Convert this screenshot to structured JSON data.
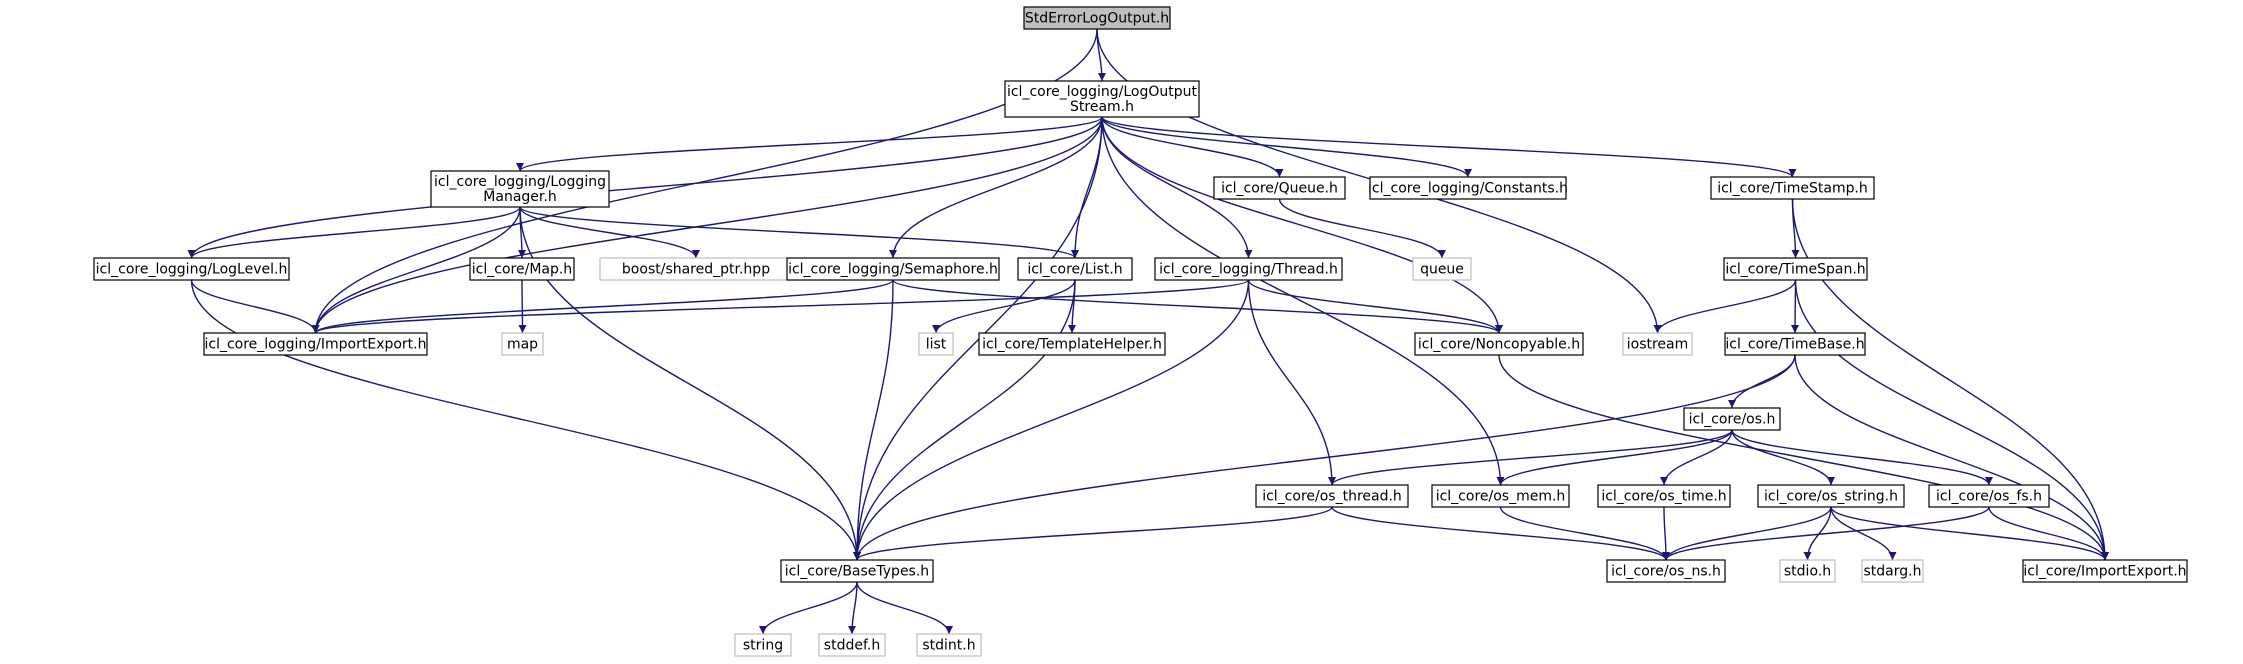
{
  "diagram": {
    "nodes": [
      {
        "id": "std",
        "lines": [
          "StdErrorLogOutput.h"
        ],
        "kind": "root"
      },
      {
        "id": "los",
        "lines": [
          "icl_core_logging/LogOutput",
          "Stream.h"
        ],
        "kind": "header"
      },
      {
        "id": "lm",
        "lines": [
          "icl_core_logging/Logging",
          "Manager.h"
        ],
        "kind": "header"
      },
      {
        "id": "queue_h",
        "lines": [
          "icl_core/Queue.h"
        ],
        "kind": "header"
      },
      {
        "id": "const",
        "lines": [
          "icl_core_logging/Constants.h"
        ],
        "kind": "header"
      },
      {
        "id": "ts",
        "lines": [
          "icl_core/TimeStamp.h"
        ],
        "kind": "header"
      },
      {
        "id": "ll",
        "lines": [
          "icl_core_logging/LogLevel.h"
        ],
        "kind": "header"
      },
      {
        "id": "map_h",
        "lines": [
          "icl_core/Map.h"
        ],
        "kind": "header"
      },
      {
        "id": "boost",
        "lines": [
          "boost/shared_ptr.hpp"
        ],
        "kind": "external"
      },
      {
        "id": "sem",
        "lines": [
          "icl_core_logging/Semaphore.h"
        ],
        "kind": "header"
      },
      {
        "id": "list_h",
        "lines": [
          "icl_core/List.h"
        ],
        "kind": "header"
      },
      {
        "id": "thread",
        "lines": [
          "icl_core_logging/Thread.h"
        ],
        "kind": "header"
      },
      {
        "id": "queue",
        "lines": [
          "queue"
        ],
        "kind": "external"
      },
      {
        "id": "tspan",
        "lines": [
          "icl_core/TimeSpan.h"
        ],
        "kind": "header"
      },
      {
        "id": "ie_log",
        "lines": [
          "icl_core_logging/ImportExport.h"
        ],
        "kind": "header"
      },
      {
        "id": "map",
        "lines": [
          "map"
        ],
        "kind": "external"
      },
      {
        "id": "list",
        "lines": [
          "list"
        ],
        "kind": "external"
      },
      {
        "id": "tmpl",
        "lines": [
          "icl_core/TemplateHelper.h"
        ],
        "kind": "header"
      },
      {
        "id": "noncp",
        "lines": [
          "icl_core/Noncopyable.h"
        ],
        "kind": "header"
      },
      {
        "id": "iostream",
        "lines": [
          "iostream"
        ],
        "kind": "external"
      },
      {
        "id": "tbase",
        "lines": [
          "icl_core/TimeBase.h"
        ],
        "kind": "header"
      },
      {
        "id": "os",
        "lines": [
          "icl_core/os.h"
        ],
        "kind": "header"
      },
      {
        "id": "osthread",
        "lines": [
          "icl_core/os_thread.h"
        ],
        "kind": "header"
      },
      {
        "id": "osmem",
        "lines": [
          "icl_core/os_mem.h"
        ],
        "kind": "header"
      },
      {
        "id": "ostime",
        "lines": [
          "icl_core/os_time.h"
        ],
        "kind": "header"
      },
      {
        "id": "osstring",
        "lines": [
          "icl_core/os_string.h"
        ],
        "kind": "header"
      },
      {
        "id": "osfs",
        "lines": [
          "icl_core/os_fs.h"
        ],
        "kind": "header"
      },
      {
        "id": "basetypes",
        "lines": [
          "icl_core/BaseTypes.h"
        ],
        "kind": "header"
      },
      {
        "id": "osns",
        "lines": [
          "icl_core/os_ns.h"
        ],
        "kind": "header"
      },
      {
        "id": "stdio",
        "lines": [
          "stdio.h"
        ],
        "kind": "external"
      },
      {
        "id": "stdarg",
        "lines": [
          "stdarg.h"
        ],
        "kind": "external"
      },
      {
        "id": "ie_core",
        "lines": [
          "icl_core/ImportExport.h"
        ],
        "kind": "header"
      },
      {
        "id": "string",
        "lines": [
          "string"
        ],
        "kind": "external"
      },
      {
        "id": "stddef",
        "lines": [
          "stddef.h"
        ],
        "kind": "external"
      },
      {
        "id": "stdint",
        "lines": [
          "stdint.h"
        ],
        "kind": "external"
      }
    ],
    "edges": [
      [
        "std",
        "los"
      ],
      [
        "std",
        "ie_log"
      ],
      [
        "std",
        "iostream"
      ],
      [
        "los",
        "lm"
      ],
      [
        "los",
        "ll"
      ],
      [
        "los",
        "ie_log"
      ],
      [
        "los",
        "basetypes"
      ],
      [
        "los",
        "sem"
      ],
      [
        "los",
        "list_h"
      ],
      [
        "los",
        "thread"
      ],
      [
        "los",
        "osmem"
      ],
      [
        "los",
        "queue_h"
      ],
      [
        "los",
        "const"
      ],
      [
        "los",
        "ts"
      ],
      [
        "los",
        "noncp"
      ],
      [
        "lm",
        "ll"
      ],
      [
        "lm",
        "ie_log"
      ],
      [
        "lm",
        "map_h"
      ],
      [
        "lm",
        "boost"
      ],
      [
        "lm",
        "list_h"
      ],
      [
        "lm",
        "basetypes"
      ],
      [
        "ll",
        "ie_log"
      ],
      [
        "ll",
        "basetypes"
      ],
      [
        "map_h",
        "map"
      ],
      [
        "queue_h",
        "queue"
      ],
      [
        "sem",
        "ie_log"
      ],
      [
        "sem",
        "noncp"
      ],
      [
        "sem",
        "basetypes"
      ],
      [
        "list_h",
        "list"
      ],
      [
        "list_h",
        "tmpl"
      ],
      [
        "list_h",
        "basetypes"
      ],
      [
        "thread",
        "ie_log"
      ],
      [
        "thread",
        "noncp"
      ],
      [
        "thread",
        "osthread"
      ],
      [
        "thread",
        "basetypes"
      ],
      [
        "ts",
        "tspan"
      ],
      [
        "ts",
        "ie_core"
      ],
      [
        "tspan",
        "iostream"
      ],
      [
        "tspan",
        "tbase"
      ],
      [
        "tspan",
        "ie_core"
      ],
      [
        "tbase",
        "os"
      ],
      [
        "tbase",
        "basetypes"
      ],
      [
        "tbase",
        "ie_core"
      ],
      [
        "noncp",
        "ie_core"
      ],
      [
        "os",
        "osthread"
      ],
      [
        "os",
        "osmem"
      ],
      [
        "os",
        "ostime"
      ],
      [
        "os",
        "osstring"
      ],
      [
        "os",
        "osfs"
      ],
      [
        "osthread",
        "basetypes"
      ],
      [
        "osthread",
        "osns"
      ],
      [
        "osmem",
        "osns"
      ],
      [
        "ostime",
        "osns"
      ],
      [
        "osstring",
        "osns"
      ],
      [
        "osstring",
        "stdio"
      ],
      [
        "osstring",
        "stdarg"
      ],
      [
        "osstring",
        "ie_core"
      ],
      [
        "osfs",
        "osns"
      ],
      [
        "osfs",
        "ie_core"
      ],
      [
        "basetypes",
        "string"
      ],
      [
        "basetypes",
        "stddef"
      ],
      [
        "basetypes",
        "stdint"
      ]
    ],
    "colors": {
      "edge": "#191970",
      "root_fill": "#bfbfbf",
      "node_border": "#000000",
      "external_border": "#bfbfbf"
    }
  }
}
